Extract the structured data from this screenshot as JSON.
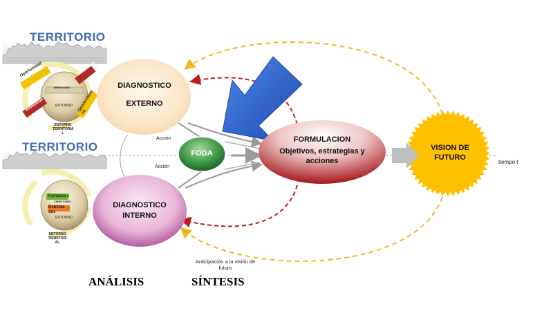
{
  "territory_top": {
    "title": "TERRITORIO",
    "center_label": "TERRITORIO",
    "inner_label": "ENTORNO",
    "caption": "ENTORNO TERRITORIA L",
    "arrows": [
      "Oportunidad",
      "Amenazas",
      "Amenazas",
      "Oportunidad es"
    ]
  },
  "territory_bottom": {
    "title": "TERRITORIO",
    "center_label": "TERRITORIO",
    "inner_label": "ENTORNO",
    "caption": "ENTORNO TERRITORI AL",
    "bars": [
      "Fortaleza s",
      "Debilida des"
    ]
  },
  "nodes": {
    "diag_externo": "DIAGNOSTICO\n\nEXTERNO",
    "diag_interno": "DIAGNOSTICO\nINTERNO",
    "foda": "FODA",
    "formulacion_title": "FORMULACION",
    "formulacion_body": "Objetivos, estrategias y\nacciones",
    "vision": "VISION DE\nFUTURO"
  },
  "labels": {
    "accion_top": "Acción",
    "accion_bottom": "Acción",
    "tiempo": "tiempo t",
    "anticipacion": "Anticipación a la visión de\nfuturo",
    "analisis": "ANÁLISIS",
    "sintesis": "SÍNTESIS"
  },
  "colors": {
    "title_blue": "#3f68b7",
    "big_arrow": "#2f5fc4",
    "foda_green": "#2e7d3a",
    "formulacion_red": "#b81d24",
    "vision_gold": "#ffc000",
    "dash_yellow": "#f0b81a",
    "dash_red": "#c01a1a"
  }
}
